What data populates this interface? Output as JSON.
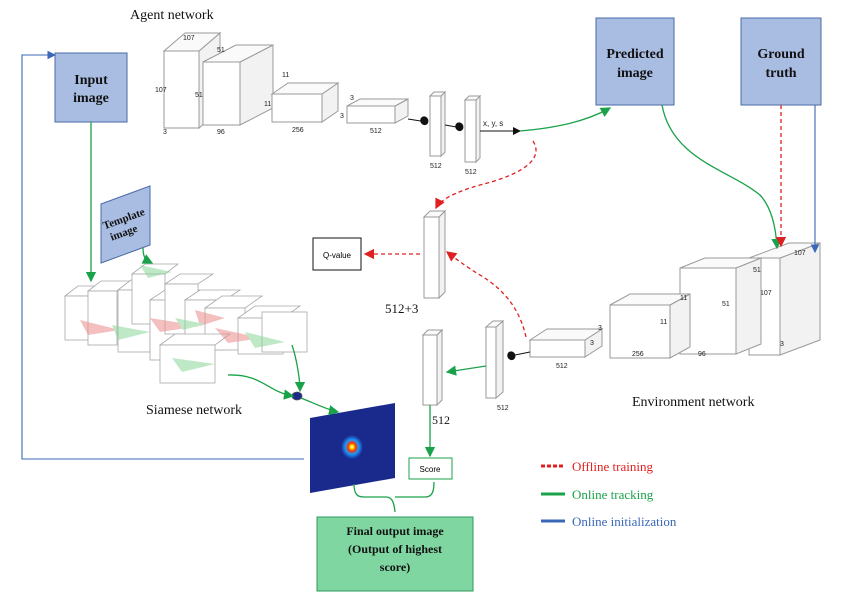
{
  "titles": {
    "agent_network": "Agent network",
    "siamese_network": "Siamese network",
    "environment_network": "Environment network"
  },
  "boxes": {
    "input_image": [
      "Input",
      "image"
    ],
    "predicted_image": [
      "Predicted",
      "image"
    ],
    "ground_truth": [
      "Ground",
      "truth"
    ],
    "template_image": [
      "Template",
      "image"
    ],
    "q_value": "Q-value",
    "score": "Score",
    "final_output": [
      "Final output image",
      "(Output of highest",
      "score)"
    ]
  },
  "agent_dims": {
    "l1": [
      "107",
      "107",
      "3"
    ],
    "l2": [
      "51",
      "51",
      "96"
    ],
    "l3": [
      "11",
      "11",
      "256"
    ],
    "l4": [
      "3",
      "3",
      "512"
    ],
    "fc1": "512",
    "fc2": "512",
    "out": "x, y, s"
  },
  "env_dims": {
    "l1": [
      "107",
      "107",
      "3"
    ],
    "l2": [
      "51",
      "51",
      "96"
    ],
    "l3": [
      "11",
      "11",
      "256"
    ],
    "l4": [
      "3",
      "3",
      "512"
    ],
    "fc1": "512",
    "fc2": "512"
  },
  "mid_labels": {
    "concat": "512+3"
  },
  "legend": [
    {
      "label": "Offline training",
      "color": "#e02020",
      "style": "dashed"
    },
    {
      "label": "Online tracking",
      "color": "#1aa24a",
      "style": "solid"
    },
    {
      "label": "Online initialization",
      "color": "#3a67b8",
      "style": "solid"
    }
  ],
  "colors": {
    "blue_box": "#a9bde3",
    "final_box": "#7fd6a1",
    "heatmap_bg": "#1a2a8c"
  }
}
